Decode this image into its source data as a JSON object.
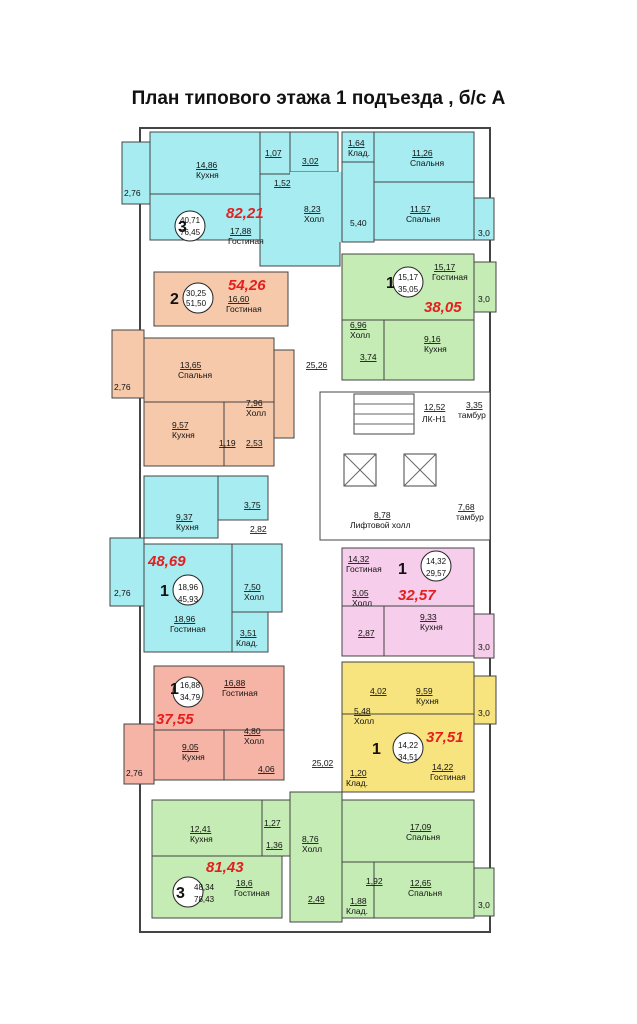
{
  "title": "План типового этажа 1 подъезда , б/с А",
  "colors": {
    "cyan": "#a6ecf0",
    "peach": "#f6c9aa",
    "green": "#c4ecb4",
    "pink": "#f6cdea",
    "yellow": "#f7e47e",
    "salmon": "#f6b4a6",
    "hall": "#ffffff"
  },
  "apartments": [
    {
      "id": "apt-top-left",
      "rooms": "3",
      "living": "40,71",
      "total": "76,45",
      "area": "82,21"
    },
    {
      "id": "apt-peach",
      "rooms": "2",
      "living": "30,25",
      "total": "51,50",
      "area": "54,26"
    },
    {
      "id": "apt-green-top",
      "rooms": "1",
      "living": "15,17",
      "total": "35,05",
      "area": "38,05"
    },
    {
      "id": "apt-cyan-mid",
      "rooms": "1",
      "living": "18,96",
      "total": "45,93",
      "area": "48,69"
    },
    {
      "id": "apt-pink",
      "rooms": "1",
      "living": "14,32",
      "total": "29,57",
      "area": "32,57"
    },
    {
      "id": "apt-salmon",
      "rooms": "1",
      "living": "16,88",
      "total": "34,79",
      "area": "37,55"
    },
    {
      "id": "apt-yellow",
      "rooms": "1",
      "living": "14,22",
      "total": "34,51",
      "area": "37,51"
    },
    {
      "id": "apt-bottom-left",
      "rooms": "3",
      "living": "48,34",
      "total": "78,43",
      "area": "81,43"
    }
  ],
  "labels": {
    "l1": "14,86",
    "l1n": "Кухня",
    "l2": "1,07",
    "l3": "3,02",
    "l4": "1,64",
    "l4n": "Клад.",
    "l5": "11,26",
    "l5n": "Спальня",
    "l6": "2,76",
    "l7": "1,52",
    "l8": "8,23",
    "l8n": "Холл",
    "l9": "11,57",
    "l9n": "Спальня",
    "l10": "17,88",
    "l10n": "Гостиная",
    "l11": "5,40",
    "l12": "3,0",
    "l13": "16,60",
    "l13n": "Гостиная",
    "l14": "15,17",
    "l14n": "Гостиная",
    "l15": "3,0",
    "l16": "6,96",
    "l16n": "Холл",
    "l17": "9,16",
    "l17n": "Кухня",
    "l18": "3,74",
    "l19": "25,26",
    "l20": "13,65",
    "l20n": "Спальня",
    "l21": "2,76",
    "l22": "7,96",
    "l22n": "Холл",
    "l23": "9,57",
    "l23n": "Кухня",
    "l24": "1,19",
    "l25": "2,53",
    "l26": "12,52",
    "l26n": "ЛК-Н1",
    "l27": "3,35",
    "l27n": "тамбур",
    "l28": "8,78",
    "l28n": "Лифтовой холл",
    "l29": "7,68",
    "l29n": "тамбур",
    "l30": "9,37",
    "l30n": "Кухня",
    "l31": "3,75",
    "l32": "2,82",
    "l33": "2,76",
    "l34": "7,50",
    "l34n": "Холл",
    "l35": "18,96",
    "l35n": "Гостиная",
    "l36": "3,51",
    "l36n": "Клад.",
    "l37": "14,32",
    "l37n": "Гостиная",
    "l38": "3,05",
    "l38n": "Холл",
    "l39": "9,33",
    "l39n": "Кухня",
    "l40": "2,87",
    "l41": "3,0",
    "l42": "16,88",
    "l42n": "Гостиная",
    "l43": "4,02",
    "l44": "9,59",
    "l44n": "Кухня",
    "l45": "5,48",
    "l45n": "Холл",
    "l46": "3,0",
    "l47": "4,80",
    "l47n": "Холл",
    "l48": "9,05",
    "l48n": "Кухня",
    "l49": "4,06",
    "l50": "2,76",
    "l51": "25,02",
    "l52": "1,20",
    "l52n": "Клад.",
    "l53": "14,22",
    "l53n": "Гостиная",
    "l54": "12,41",
    "l54n": "Кухня",
    "l55": "1,27",
    "l56": "1,36",
    "l57": "8,76",
    "l57n": "Холл",
    "l58": "17,09",
    "l58n": "Спальня",
    "l59": "18,6",
    "l59n": "Гостиная",
    "l60": "1,92",
    "l61": "12,65",
    "l61n": "Спальня",
    "l62": "2,49",
    "l63": "1,88",
    "l63n": "Клад.",
    "l64": "3,0"
  }
}
